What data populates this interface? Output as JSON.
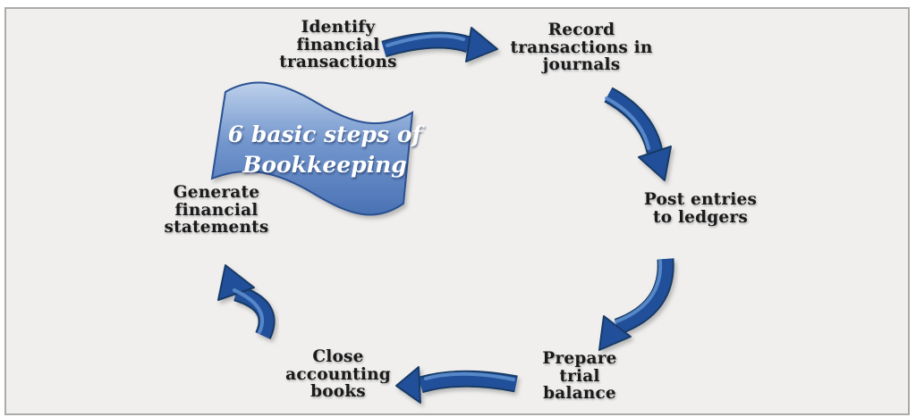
{
  "banner": {
    "line1": "6 basic steps of",
    "line2": "Bookkeeping"
  },
  "steps": [
    {
      "name": "identify-financial-transactions",
      "label": "Identify\nfinancial\ntransactions"
    },
    {
      "name": "record-transactions-in-journals",
      "label": "Record\ntransactions in\njournals"
    },
    {
      "name": "post-entries-to-ledgers",
      "label": "Post entries\nto ledgers"
    },
    {
      "name": "prepare-trial-balance",
      "label": "Prepare\ntrial\nbalance"
    },
    {
      "name": "close-accounting-books",
      "label": "Close\naccounting\nbooks"
    },
    {
      "name": "generate-financial-statements",
      "label": "Generate\nfinancial\nstatements"
    }
  ],
  "colors": {
    "page_bg": "#ffffff",
    "canvas_bg": "#f0efee",
    "frame_border": "#ababab",
    "arrow_main": "#21509a",
    "arrow_dark": "#173a66",
    "arrow_highlight": "#6090d0",
    "flag_top": "#bdd0eb",
    "flag_mid": "#7396cd",
    "flag_bottom": "#4a72b4",
    "flag_edge": "#2a5192",
    "text": "#1a1a1a"
  }
}
